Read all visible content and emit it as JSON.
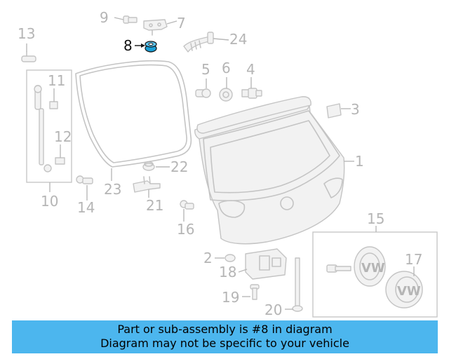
{
  "diagram": {
    "highlight_color": "#1a9fd6",
    "labels": {
      "p1": "1",
      "p2": "2",
      "p3": "3",
      "p4": "4",
      "p5": "5",
      "p6": "6",
      "p7": "7",
      "p8": "8",
      "p9": "9",
      "p10": "10",
      "p11": "11",
      "p12": "12",
      "p13": "13",
      "p14": "14",
      "p15": "15",
      "p16": "16",
      "p17": "17",
      "p18": "18",
      "p19": "19",
      "p20": "20",
      "p21": "21",
      "p22": "22",
      "p23": "23",
      "p24": "24"
    },
    "emblem_text": "VW"
  },
  "banner": {
    "line1": "Part or sub-assembly is #8 in diagram",
    "line2": "Diagram may not be specific to your vehicle",
    "color": "#4cb6ee"
  }
}
